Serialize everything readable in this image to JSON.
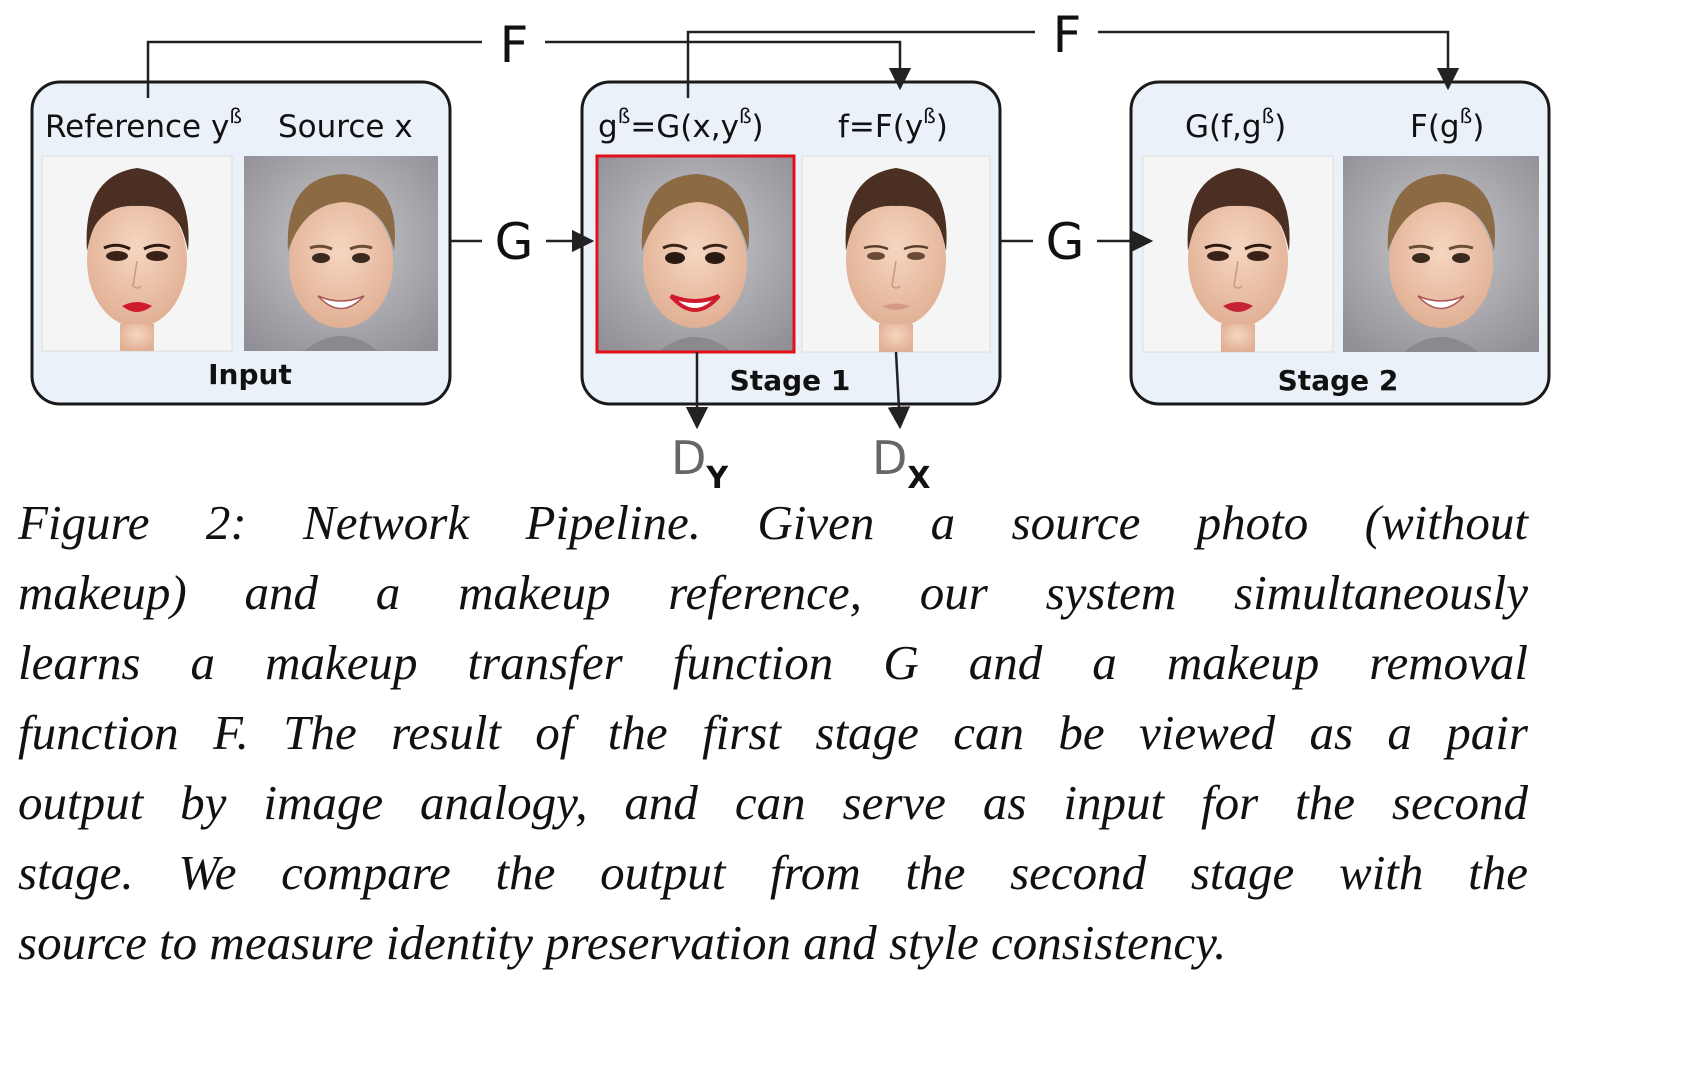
{
  "panels": [
    {
      "label": "Input",
      "images": [
        {
          "caption": "Reference y",
          "sup": "ß",
          "subject": "woman with makeup"
        },
        {
          "caption": "Source x",
          "sup": "",
          "subject": "man without makeup"
        }
      ]
    },
    {
      "label": "Stage 1",
      "images": [
        {
          "caption": "g",
          "sup": "ß",
          "caption_rest": "=G(x,y",
          "sup2": "ß",
          "caption_end": ")",
          "subject": "man with transferred makeup",
          "highlighted": true
        },
        {
          "caption": "f=F(y",
          "sup": "ß",
          "caption_end": ")",
          "subject": "woman with makeup removed"
        }
      ]
    },
    {
      "label": "Stage 2",
      "images": [
        {
          "caption": "G(f,g",
          "sup": "ß",
          "caption_end": ")",
          "subject": "woman with makeup"
        },
        {
          "caption": "F(g",
          "sup": "ß",
          "caption_end": ")",
          "subject": "man without makeup"
        }
      ]
    }
  ],
  "arrows": {
    "g_label": "G",
    "f_label": "F",
    "dy_label": "D",
    "dy_sub": "Y",
    "dx_label": "D",
    "dx_sub": "X"
  },
  "caption": {
    "lines": [
      "Figure 2:  Network Pipeline.  Given a source photo (without",
      "makeup) and a makeup reference, our system simultaneously",
      "learns a makeup transfer function G and a makeup removal",
      "function F. The result of the first stage can be viewed as a pair",
      "output by image analogy, and can serve as input for the second",
      "stage.  We compare the output from the second stage with the",
      "source to measure identity preservation and style consistency."
    ]
  },
  "colors": {
    "panel_fill": "#eaf1f8",
    "panel_stroke": "#1a1a1a",
    "highlight": "#e3101a",
    "lipstick": "#d01b2c",
    "photo_bg_woman": "#f4f4f4",
    "photo_bg_man": "#a9a9ae",
    "skin": "#f2cdb4",
    "hair_woman": "#4a2f22",
    "hair_man": "#8b6a44"
  }
}
